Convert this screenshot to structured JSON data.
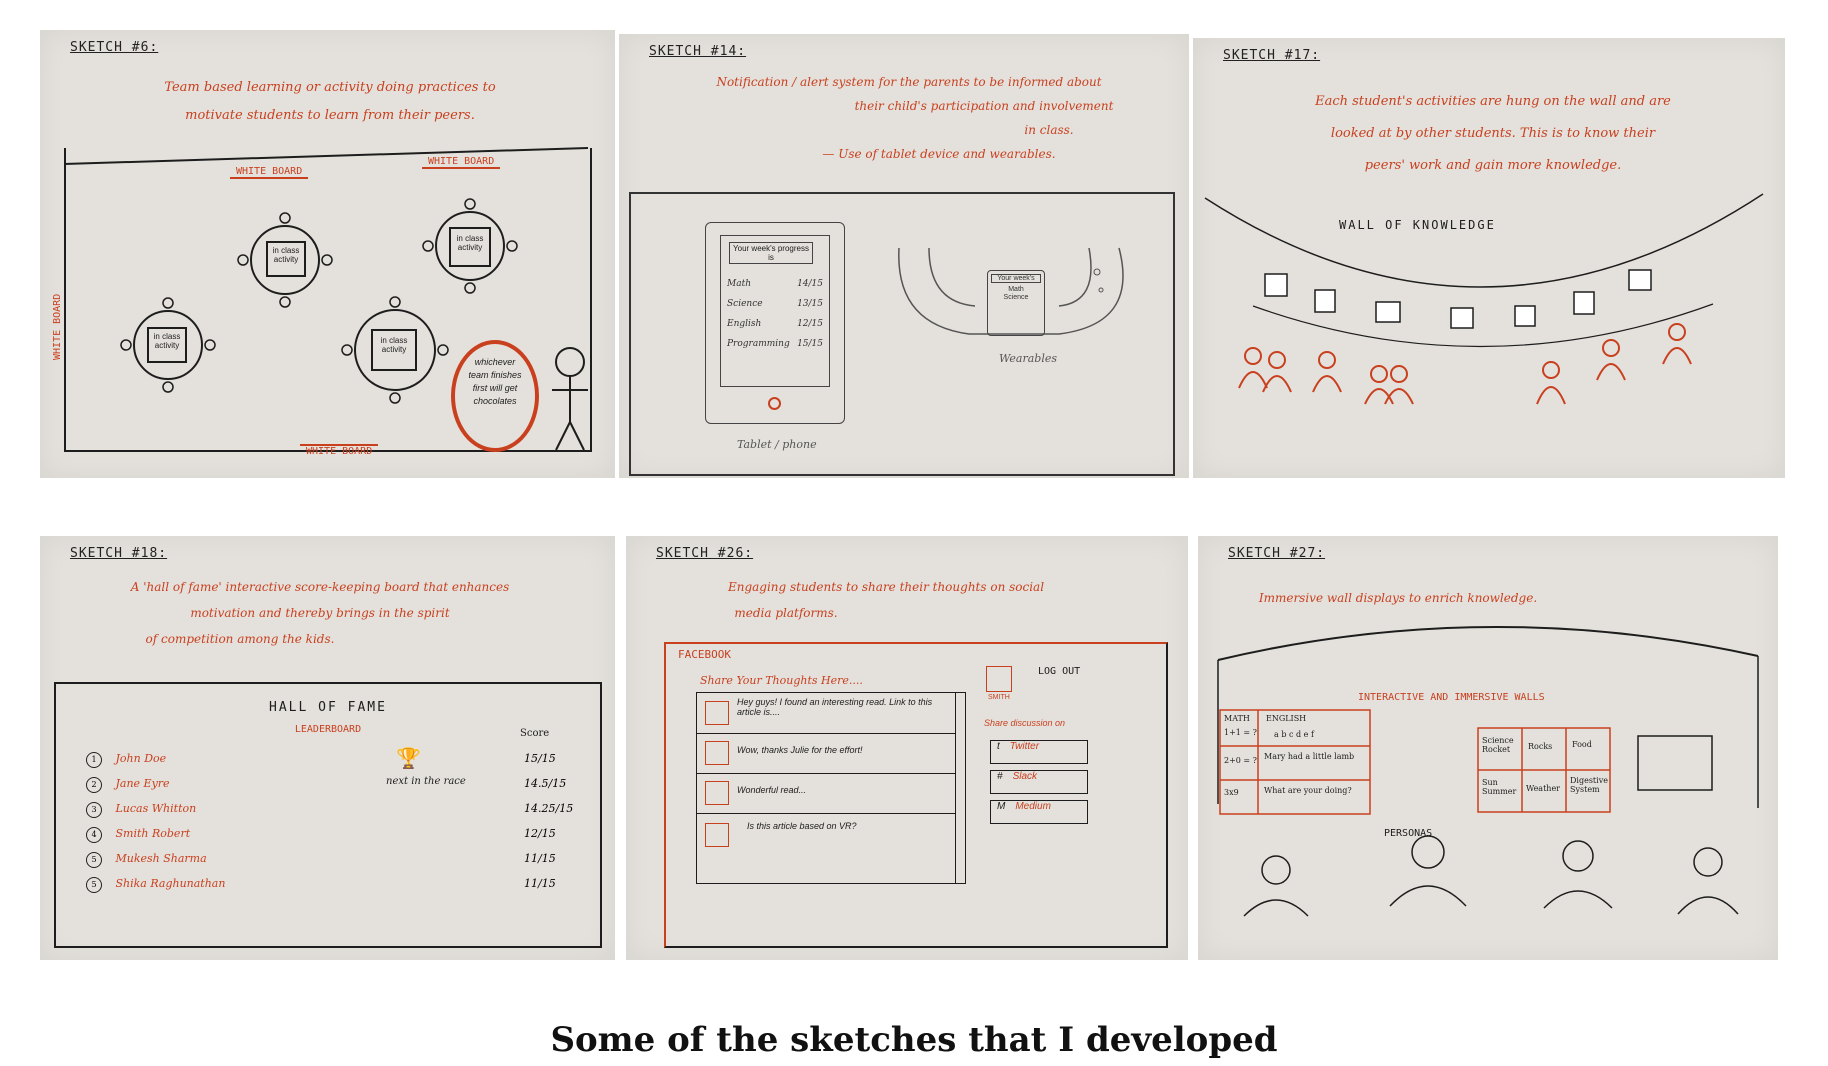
{
  "caption": "Some of the sketches that I developed",
  "accent_color": "#c9401f",
  "ink_color": "#1d1d1d",
  "paper_color": "#e4e1dc",
  "sketches": [
    {
      "label": "SKETCH #6:",
      "caption_lines": [
        "Team based learning or activity doing practices to",
        "motivate students to learn from their peers."
      ],
      "whiteboards": [
        "WHITE BOARD",
        "WHITE BOARD",
        "WHITE BOARD",
        "WHITE BOARD"
      ],
      "tables": [
        "in class activity",
        "in class activity",
        "in class activity",
        "in class activity"
      ],
      "bubble": "whichever team finishes first will get chocolates"
    },
    {
      "label": "SKETCH #14:",
      "caption_lines": [
        "Notification / alert system for the parents to be informed about",
        "their child's participation and involvement",
        "in class.",
        "— Use of tablet device and wearables."
      ],
      "tablet_header": "Your week's progress is",
      "tablet_rows": [
        {
          "subject": "Math",
          "score": "14/15"
        },
        {
          "subject": "Science",
          "score": "13/15"
        },
        {
          "subject": "English",
          "score": "12/15"
        },
        {
          "subject": "Programming",
          "score": "15/15"
        }
      ],
      "tablet_label": "Tablet / phone",
      "wearable_lines": [
        "Your week's",
        "Math",
        "Science"
      ],
      "wearable_label": "Wearables"
    },
    {
      "label": "SKETCH #17:",
      "caption_lines": [
        "Each student's activities are hung on the wall and are",
        "looked at by other students. This is to know their",
        "peers' work and gain more knowledge."
      ],
      "wall_title": "WALL OF KNOWLEDGE"
    },
    {
      "label": "SKETCH #18:",
      "caption_lines": [
        "A 'hall of fame' interactive score-keeping board that enhances",
        "motivation and thereby brings in the spirit",
        "of competition among the kids."
      ],
      "board_title": "HALL OF FAME",
      "board_subtitle": "LEADERBOARD",
      "score_header": "Score",
      "trophy_text": "next in the race",
      "leaders": [
        {
          "rank": "1",
          "name": "John Doe",
          "score": "15/15"
        },
        {
          "rank": "2",
          "name": "Jane Eyre",
          "score": "14.5/15"
        },
        {
          "rank": "3",
          "name": "Lucas Whitton",
          "score": "14.25/15"
        },
        {
          "rank": "4",
          "name": "Smith Robert",
          "score": "12/15"
        },
        {
          "rank": "5",
          "name": "Mukesh Sharma",
          "score": "11/15"
        },
        {
          "rank": "5",
          "name": "Shika Raghunathan",
          "score": "11/15"
        }
      ]
    },
    {
      "label": "SKETCH #26:",
      "caption_lines": [
        "Engaging students to share their thoughts on social",
        "media platforms."
      ],
      "brand": "FACEBOOK",
      "share_prompt": "Share Your Thoughts Here....",
      "logout": "LOG OUT",
      "user_name": "SMITH",
      "share_on": "Share discussion on",
      "share_buttons": [
        "Twitter",
        "Slack",
        "Medium"
      ],
      "posts": [
        "Hey guys! I found an interesting read. Link to this article is....",
        "Wow, thanks Julie for the effort!",
        "Wonderful read...",
        "Is this article based on VR?"
      ]
    },
    {
      "label": "SKETCH #27:",
      "caption_lines": [
        "Immersive wall displays to enrich knowledge."
      ],
      "wall_title": "INTERACTIVE AND IMMERSIVE WALLS",
      "left_cells": [
        "MATH",
        "ENGLISH",
        "1+1 = ?",
        "a b c d e f",
        "2+0 = ?",
        "Mary had a little lamb",
        "3x9",
        "What are your doing?"
      ],
      "right_cells": [
        "Science Rocket",
        "Rocks",
        "Food",
        "Sun Summer",
        "Weather",
        "Digestive System"
      ],
      "personas": "PERSONAS"
    }
  ]
}
